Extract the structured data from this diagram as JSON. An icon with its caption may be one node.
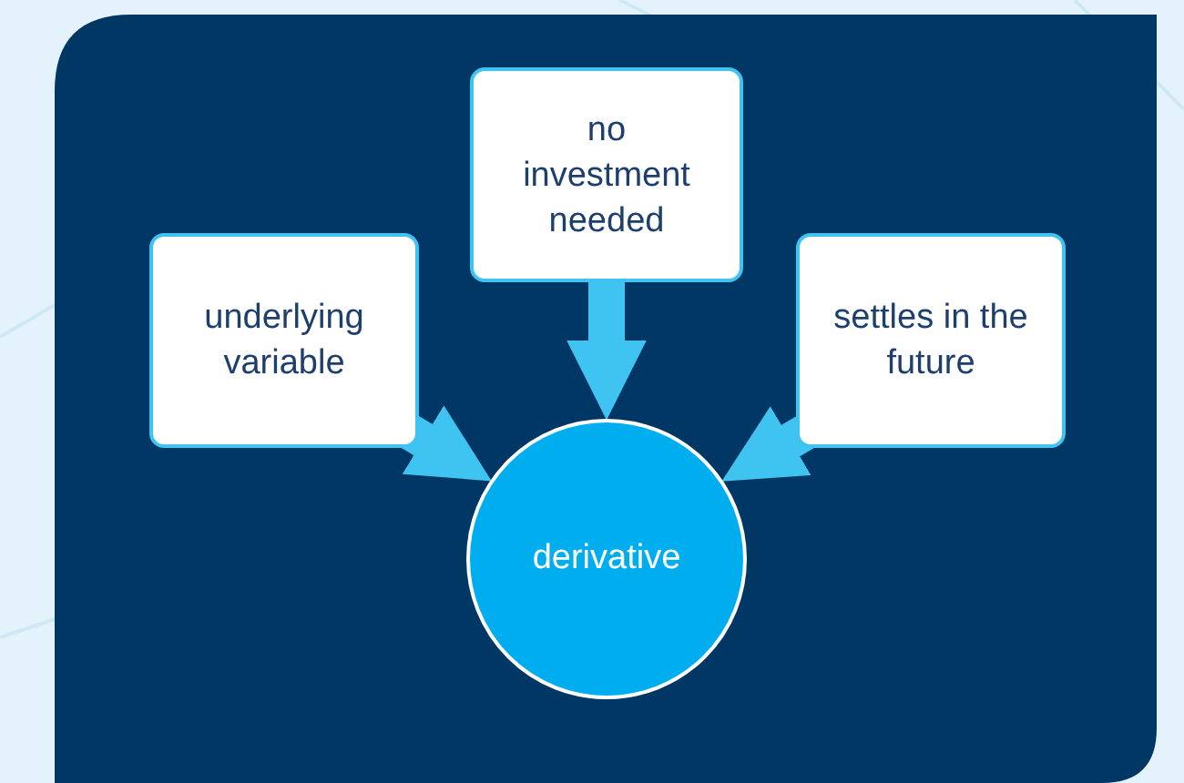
{
  "diagram": {
    "nodes": [
      {
        "text": [
          "underlying variable"
        ]
      },
      {
        "text": [
          "no investment needed"
        ]
      },
      {
        "text": [
          "settles in the future"
        ]
      },
      {
        "text": [
          "derivative"
        ]
      }
    ],
    "edges": [
      {
        "from": 0,
        "to": 3,
        "arrow": "to"
      },
      {
        "from": 1,
        "to": 3,
        "arrow": "to"
      },
      {
        "from": 2,
        "to": 3,
        "arrow": "to"
      }
    ]
  }
}
